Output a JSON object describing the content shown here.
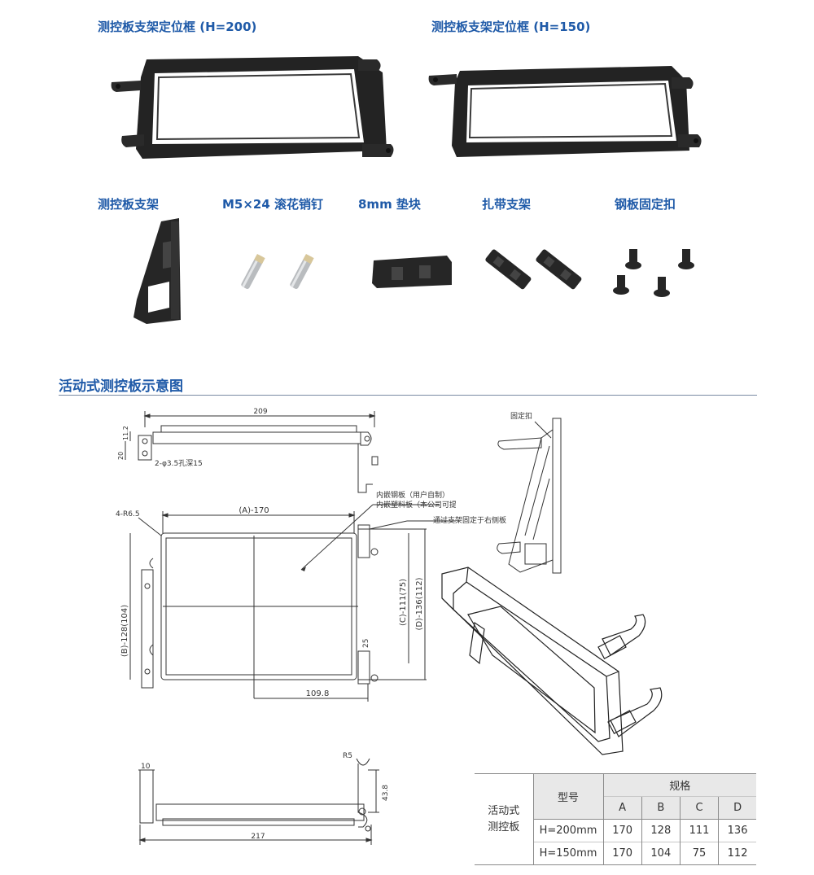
{
  "products": {
    "frame_200": {
      "label": "测控板支架定位框 (H=200)"
    },
    "frame_150": {
      "label": "测控板支架定位框 (H=150)"
    },
    "bracket": {
      "label": "测控板支架"
    },
    "pin": {
      "label": "M5×24 滚花销钉"
    },
    "spacer": {
      "label": "8mm 垫块"
    },
    "tie_bracket": {
      "label": "扎带支架"
    },
    "clip": {
      "label": "钢板固定扣"
    }
  },
  "diagram_section": {
    "title": "活动式测控板示意图"
  },
  "drawing": {
    "top_view": {
      "width": "209",
      "dim_11_2": "11.2",
      "dim_20": "20",
      "hole": "2-φ3.5孔深15"
    },
    "main_view": {
      "radius": "4-R6.5",
      "dim_a": "(A)-170",
      "dim_b": "(B)-128(104)",
      "dim_c": "(C)-111(75)",
      "dim_d": "(D)-136(112)",
      "dim_25": "25",
      "dim_109_8": "109.8",
      "note_steel": "内嵌钢板（用户自制）",
      "note_plastic": "内嵌塑料板（本公司可提供）",
      "note_mount": "通过支架固定于右侧板"
    },
    "side_view": {
      "label_clip": "固定扣"
    },
    "bottom_view": {
      "dim_10": "10",
      "dim_r5": "R5",
      "dim_43_8": "43.8",
      "dim_217": "217"
    }
  },
  "spec_table": {
    "row_title": "活动式\n测控板",
    "model_header": "型号",
    "spec_header": "规格",
    "columns": [
      "A",
      "B",
      "C",
      "D"
    ],
    "rows": [
      {
        "model": "H=200mm",
        "values": [
          "170",
          "128",
          "111",
          "136"
        ]
      },
      {
        "model": "H=150mm",
        "values": [
          "170",
          "104",
          "75",
          "112"
        ]
      }
    ]
  }
}
